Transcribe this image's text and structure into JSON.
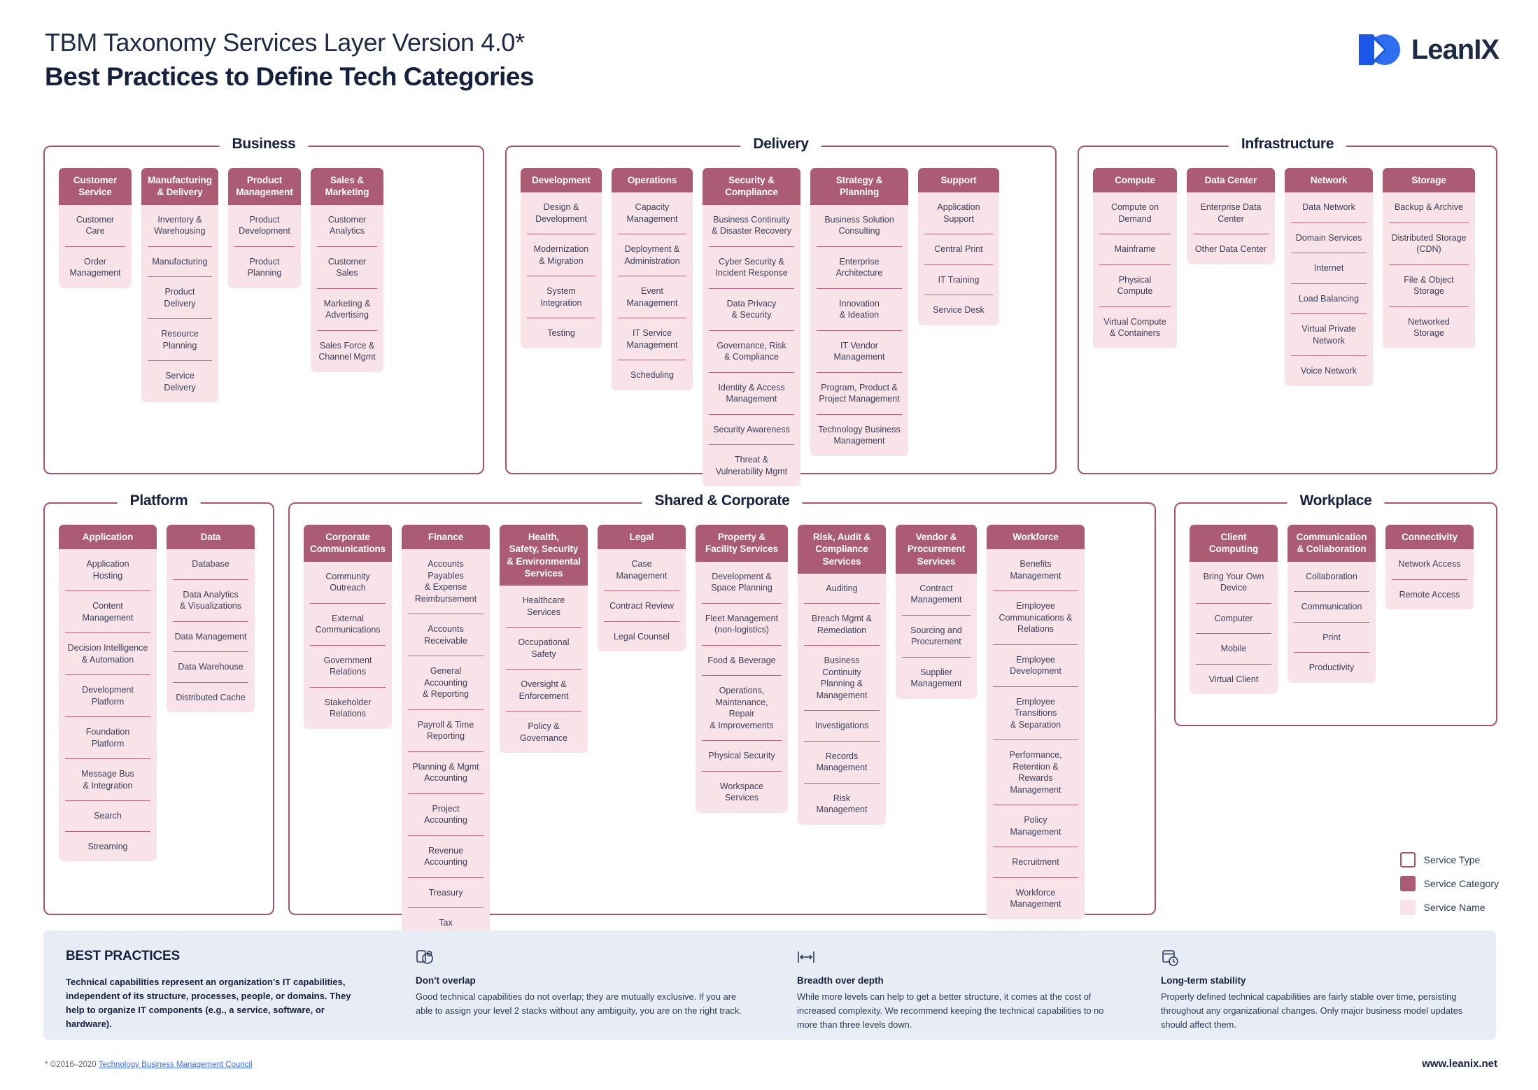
{
  "header": {
    "title": "TBM Taxonomy Services Layer Version 4.0*",
    "subtitle": "Best Practices to Define Tech Categories",
    "brand": "LeanIX"
  },
  "colors": {
    "frame_border": "#a9546b",
    "category_header": "#ab5c74",
    "service_name_bg": "#f7e3e8",
    "divider": "#b9647c",
    "text_dark": "#16213f",
    "best_practices_bg": "#e8ecf5",
    "link": "#3b6ef5"
  },
  "groups": [
    {
      "id": "business",
      "title": "Business",
      "categories": [
        {
          "name": "Customer\nService",
          "services": [
            "Customer Care",
            "Order Management"
          ]
        },
        {
          "name": "Manufacturing\n& Delivery",
          "services": [
            "Inventory &\nWarehousing",
            "Manufacturing",
            "Product Delivery",
            "Resource Planning",
            "Service Delivery"
          ]
        },
        {
          "name": "Product\nManagement",
          "services": [
            "Product\nDevelopment",
            "Product Planning"
          ]
        },
        {
          "name": "Sales &\nMarketing",
          "services": [
            "Customer\nAnalytics",
            "Customer Sales",
            "Marketing &\nAdvertising",
            "Sales Force &\nChannel Mgmt"
          ]
        }
      ]
    },
    {
      "id": "delivery",
      "title": "Delivery",
      "categories": [
        {
          "name": "Development",
          "services": [
            "Design &\nDevelopment",
            "Modernization\n& Migration",
            "System Integration",
            "Testing"
          ]
        },
        {
          "name": "Operations",
          "services": [
            "Capacity\nManagement",
            "Deployment &\nAdministration",
            "Event\nManagement",
            "IT Service\nManagement",
            "Scheduling"
          ]
        },
        {
          "name": "Security &\nCompliance",
          "services": [
            "Business Continuity\n& Disaster Recovery",
            "Cyber Security &\nIncident Response",
            "Data Privacy\n& Security",
            "Governance, Risk\n& Compliance",
            "Identity & Access\nManagement",
            "Security Awareness",
            "Threat &\nVulnerability Mgmt"
          ]
        },
        {
          "name": "Strategy &\nPlanning",
          "services": [
            "Business Solution\nConsulting",
            "Enterprise\nArchitecture",
            "Innovation\n& Ideation",
            "IT Vendor\nManagement",
            "Program, Product &\nProject Management",
            "Technology Business\nManagement"
          ]
        },
        {
          "name": "Support",
          "services": [
            "Application\nSupport",
            "Central Print",
            "IT Training",
            "Service Desk"
          ]
        }
      ]
    },
    {
      "id": "infrastructure",
      "title": "Infrastructure",
      "categories": [
        {
          "name": "Compute",
          "services": [
            "Compute on\nDemand",
            "Mainframe",
            "Physical Compute",
            "Virtual Compute\n& Containers"
          ]
        },
        {
          "name": "Data Center",
          "services": [
            "Enterprise Data\nCenter",
            "Other Data Center"
          ]
        },
        {
          "name": "Network",
          "services": [
            "Data Network",
            "Domain Services",
            "Internet",
            "Load Balancing",
            "Virtual Private\nNetwork",
            "Voice Network"
          ]
        },
        {
          "name": "Storage",
          "services": [
            "Backup & Archive",
            "Distributed Storage\n(CDN)",
            "File & Object\nStorage",
            "Networked\nStorage"
          ]
        }
      ]
    },
    {
      "id": "platform",
      "title": "Platform",
      "categories": [
        {
          "name": "Application",
          "services": [
            "Application\nHosting",
            "Content\nManagement",
            "Decision Intelligence\n& Automation",
            "Development\nPlatform",
            "Foundation\nPlatform",
            "Message Bus\n& Integration",
            "Search",
            "Streaming"
          ]
        },
        {
          "name": "Data",
          "services": [
            "Database",
            "Data Analytics\n& Visualizations",
            "Data Management",
            "Data Warehouse",
            "Distributed Cache"
          ]
        }
      ]
    },
    {
      "id": "shared",
      "title": "Shared & Corporate",
      "categories": [
        {
          "name": "Corporate\nCommunications",
          "services": [
            "Community\nOutreach",
            "External\nCommunications",
            "Government\nRelations",
            "Stakeholder\nRelations"
          ]
        },
        {
          "name": "Finance",
          "services": [
            "Accounts Payables\n& Expense\nReimbursement",
            "Accounts\nReceivable",
            "General Accounting\n& Reporting",
            "Payroll & Time\nReporting",
            "Planning & Mgmt\nAccounting",
            "Project\nAccounting",
            "Revenue\nAccounting",
            "Treasury",
            "Tax"
          ]
        },
        {
          "name": "Health,\nSafety, Security\n& Environmental\nServices",
          "services": [
            "Healthcare\nServices",
            "Occupational\nSafety",
            "Oversight &\nEnforcement",
            "Policy &\nGovernance"
          ]
        },
        {
          "name": "Legal",
          "services": [
            "Case Management",
            "Contract Review",
            "Legal Counsel"
          ]
        },
        {
          "name": "Property &\nFacility Services",
          "services": [
            "Development &\nSpace Planning",
            "Fleet Management\n(non-logistics)",
            "Food & Beverage",
            "Operations,\nMaintenance, Repair\n& Improvements",
            "Physical Security",
            "Workspace\nServices"
          ]
        },
        {
          "name": "Risk, Audit &\nCompliance\nServices",
          "services": [
            "Auditing",
            "Breach Mgmt &\nRemediation",
            "Business Continuity\nPlanning &\nManagement",
            "Investigations",
            "Records\nManagement",
            "Risk\nManagement"
          ]
        },
        {
          "name": "Vendor &\nProcurement\nServices",
          "services": [
            "Contract\nManagement",
            "Sourcing and\nProcurement",
            "Supplier\nManagement"
          ]
        },
        {
          "name": "Workforce",
          "services": [
            "Benefits\nManagement",
            "Employee\nCommunications &\nRelations",
            "Employee\nDevelopment",
            "Employee Transitions\n& Separation",
            "Performance,\nRetention & Rewards\nManagement",
            "Policy\nManagement",
            "Recruitment",
            "Workforce\nManagement"
          ]
        }
      ]
    },
    {
      "id": "workplace",
      "title": "Workplace",
      "categories": [
        {
          "name": "Client\nComputing",
          "services": [
            "Bring Your Own\nDevice",
            "Computer",
            "Mobile",
            "Virtual Client"
          ]
        },
        {
          "name": "Communication\n& Collaboration",
          "services": [
            "Collaboration",
            "Communication",
            "Print",
            "Productivity"
          ]
        },
        {
          "name": "Connectivity",
          "services": [
            "Network Access",
            "Remote Access"
          ]
        }
      ]
    }
  ],
  "legend": [
    {
      "label": "Service Type",
      "swatch": "outline"
    },
    {
      "label": "Service Category",
      "swatch": "filled-dark"
    },
    {
      "label": "Service Name",
      "swatch": "filled-light"
    }
  ],
  "best_practices": {
    "heading": "BEST PRACTICES",
    "intro": "Technical capabilities represent an organization's IT capabilities, independent of its structure, processes, people, or domains. They help to organize IT components (e.g., a service, software, or hardware).",
    "items": [
      {
        "icon": "no-overlap-icon",
        "title": "Don't overlap",
        "text": "Good technical capabilities do not overlap; they are mutually exclusive. If you are able to assign your level 2 stacks without any ambiguity, you are on the right track."
      },
      {
        "icon": "breadth-arrow-icon",
        "title": "Breadth over depth",
        "text": "While more levels can help to get a better structure, it comes at the cost of increased complexity. We recommend keeping the technical capabilities to no more than three levels down."
      },
      {
        "icon": "stability-clock-icon",
        "title": "Long-term stability",
        "text": "Properly defined technical capabilities are fairly stable over time, persisting throughout any organizational changes. Only major business model updates should affect them."
      }
    ]
  },
  "footer": {
    "note_prefix": "* ©2016–2020 ",
    "note_link": "Technology Business Management Council",
    "url": "www.leanix.net"
  }
}
